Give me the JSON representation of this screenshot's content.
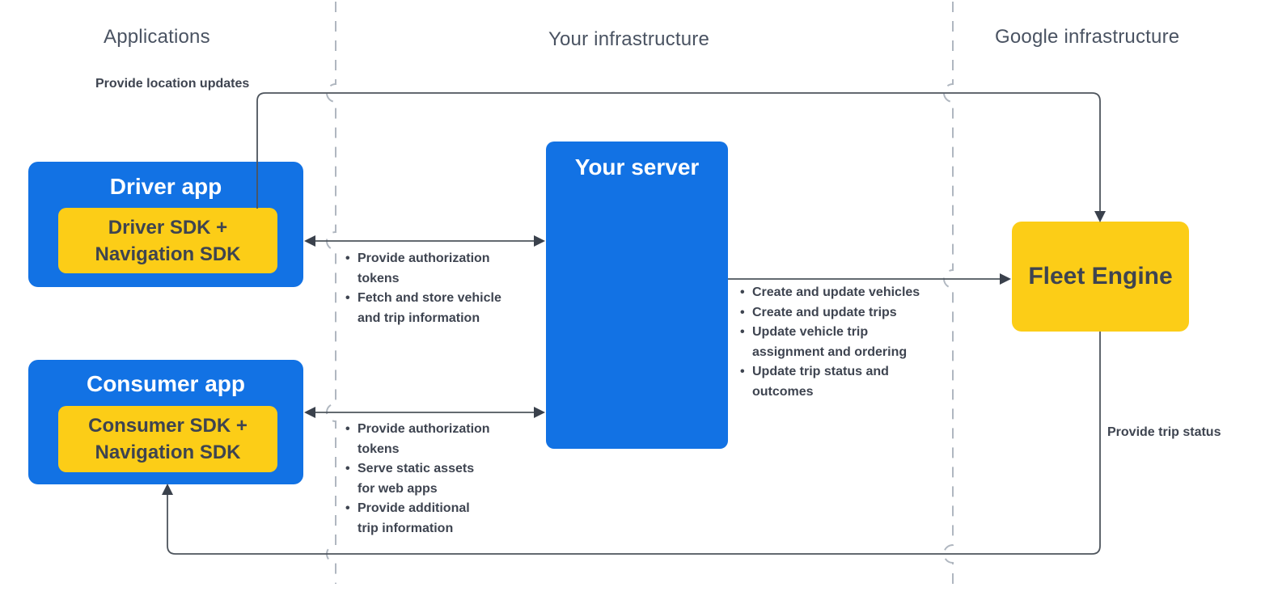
{
  "columns": {
    "applications": "Applications",
    "your_infrastructure": "Your infrastructure",
    "google_infrastructure": "Google infrastructure"
  },
  "nodes": {
    "driver_app": {
      "title": "Driver app",
      "sdk": "Driver SDK +\nNavigation SDK"
    },
    "consumer_app": {
      "title": "Consumer app",
      "sdk": "Consumer SDK +\nNavigation SDK"
    },
    "your_server": {
      "title": "Your server"
    },
    "fleet_engine": {
      "title": "Fleet Engine"
    }
  },
  "edges": {
    "driver_to_fleet": {
      "label": "Provide location updates"
    },
    "fleet_to_consumer": {
      "label": "Provide trip status"
    },
    "driver_server": {
      "bullets": [
        "Provide authorization\ntokens",
        "Fetch and store vehicle\nand trip information"
      ]
    },
    "consumer_server": {
      "bullets": [
        "Provide authorization\ntokens",
        "Serve static assets\nfor web apps",
        "Provide additional\ntrip information"
      ]
    },
    "server_fleet": {
      "bullets": [
        "Create and update vehicles",
        "Create and update trips",
        "Update vehicle trip\nassignment and ordering",
        "Update trip status and\noutcomes"
      ]
    }
  },
  "colors": {
    "blue": "#1272E4",
    "yellow": "#FCCD17",
    "line": "#4D545C",
    "arrow": "#3A414C",
    "divider": "#B0B7C0",
    "header": "#4A5362",
    "text_dark": "#3E4450",
    "text_light": "#FFFFFF"
  }
}
